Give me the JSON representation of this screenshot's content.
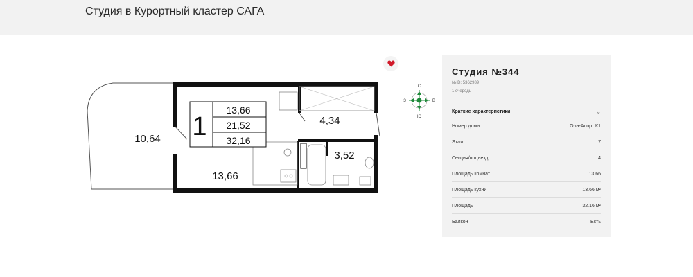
{
  "header": {
    "title": "Студия в Курортный кластер САГА"
  },
  "plan": {
    "balcony_area": "10,64",
    "room_area": "13,66",
    "hall_area": "4,34",
    "bath_area": "3,52",
    "rooms_count": "1",
    "legend_values": [
      "13,66",
      "21,52",
      "32,16"
    ]
  },
  "compass": {
    "n": "С",
    "s": "Ю",
    "w": "З",
    "e": "В"
  },
  "panel": {
    "title": "Студия №344",
    "id_text": "№ID: 5362989",
    "queue_text": "1 очередь",
    "section_title": "Краткие характеристики",
    "rows": [
      {
        "label": "Номер дома",
        "value": "Ола-Апорт К1"
      },
      {
        "label": "Этаж",
        "value": "7"
      },
      {
        "label": "Секция/подъезд",
        "value": "4"
      },
      {
        "label": "Площадь комнат",
        "value": "13.66"
      },
      {
        "label": "Площадь кухни",
        "value": "13.66 м²"
      },
      {
        "label": "Площадь",
        "value": "32.16 м²"
      },
      {
        "label": "Балкон",
        "value": "Есть"
      }
    ]
  },
  "colors": {
    "accent_green": "#1f8a3a",
    "heart_red": "#d11a2a"
  }
}
